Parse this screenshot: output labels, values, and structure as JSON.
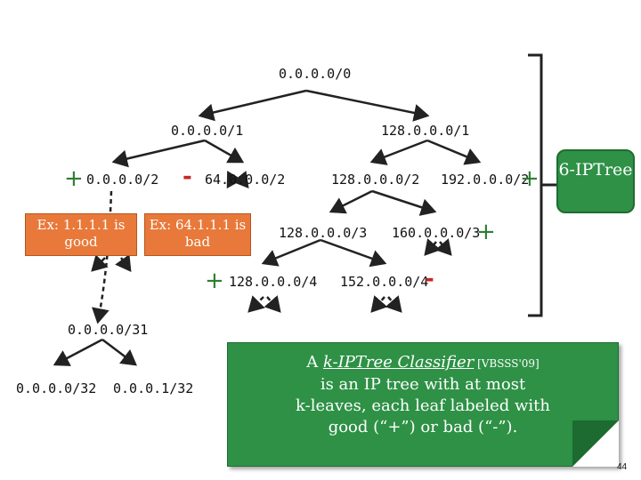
{
  "nodes": {
    "root": "0.0.0.0/0",
    "l1_left": "0.0.0.0/1",
    "l1_right": "128.0.0.0/1",
    "l2_a": "0.0.0.0/2",
    "l2_b": "64.0.0.0/2",
    "l2_c": "128.0.0.0/2",
    "l2_d": "192.0.0.0/2",
    "l3_a": "128.0.0.0/3",
    "l3_b": "160.0.0.0/3",
    "l4_a": "128.0.0.0/4",
    "l4_b": "152.0.0.0/4",
    "deep": "0.0.0.0/31",
    "leaf_left": "0.0.0.0/32",
    "leaf_right": "0.0.0.1/32"
  },
  "signs": {
    "l2_a": "+",
    "l2_b": "-",
    "l2_d": "+",
    "l3_b": "+",
    "l4_a": "+",
    "l4_b": "-"
  },
  "callouts": {
    "good": "Ex: 1.1.1.1 is good",
    "bad": "Ex: 64.1.1.1 is bad"
  },
  "tree_label": "6-IPTree",
  "note": {
    "line1_prefix": "A ",
    "line1_term": "k-IPTree Classifier",
    "line1_ref": " [VBSSS'09]",
    "line2": "is an IP tree with at most",
    "line3": "k-leaves, each leaf labeled with",
    "line4": "good (“+”) or bad (“-”)."
  },
  "page_number": "44",
  "colors": {
    "callout_orange": "#e8793a",
    "note_green": "#2e9146",
    "plus_green": "#2f7d32",
    "minus_red": "#c62828"
  }
}
